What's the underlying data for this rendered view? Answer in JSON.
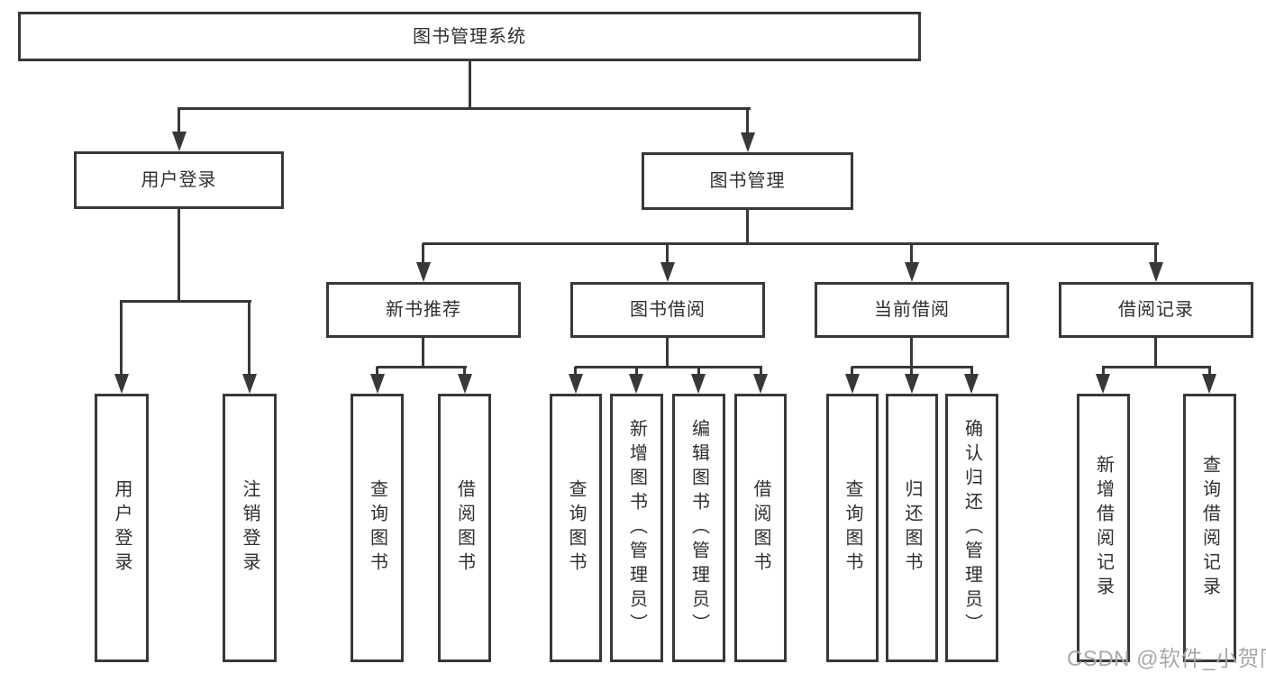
{
  "diagram": {
    "type": "hierarchy-tree",
    "root": {
      "label": "图书管理系统"
    },
    "level2": {
      "user_login": {
        "label": "用户登录"
      },
      "book_mgmt": {
        "label": "图书管理"
      }
    },
    "level3": {
      "new_books": {
        "label": "新书推荐"
      },
      "borrowing": {
        "label": "图书借阅"
      },
      "current": {
        "label": "当前借阅"
      },
      "records": {
        "label": "借阅记录"
      }
    },
    "leaves": {
      "user_login_children": [
        {
          "label": "用户登录"
        },
        {
          "label": "注销登录"
        }
      ],
      "new_books_children": [
        {
          "label": "查询图书"
        },
        {
          "label": "借阅图书"
        }
      ],
      "borrowing_children": [
        {
          "label": "查询图书"
        },
        {
          "label": "新增图书（管理员）"
        },
        {
          "label": "编辑图书（管理员）"
        },
        {
          "label": "借阅图书"
        }
      ],
      "current_children": [
        {
          "label": "查询图书"
        },
        {
          "label": "归还图书"
        },
        {
          "label": "确认归还（管理员）"
        }
      ],
      "records_children": [
        {
          "label": "新增借阅记录"
        },
        {
          "label": "查询借阅记录"
        }
      ]
    }
  },
  "watermark": {
    "text": "CSDN @软件_小贺同学"
  },
  "colors": {
    "line": "#383838",
    "box_border": "#383838",
    "text": "#2f2f2f",
    "background": "#ffffff",
    "watermark": "#a9a9a9"
  }
}
